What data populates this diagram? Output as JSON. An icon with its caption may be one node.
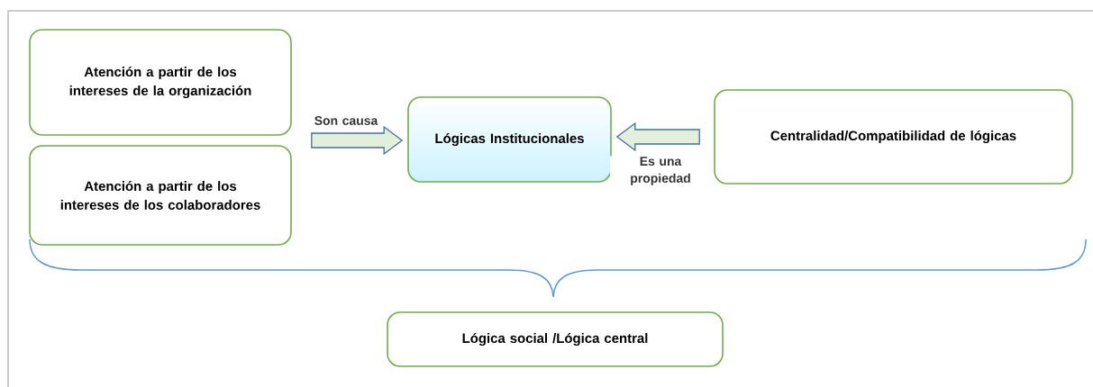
{
  "diagram": {
    "nodes": [
      {
        "text": [
          "Atención a partir de los intereses de la organización"
        ]
      },
      {
        "text": [
          "Atención a partir de los intereses de los colaboradores"
        ]
      },
      {
        "text": [
          "Lógicas Institucionales"
        ]
      },
      {
        "text": [
          "Centralidad/Compatibilidad de lógicas"
        ]
      },
      {
        "text": [
          "Lógica social /Lógica central"
        ]
      }
    ],
    "edges": [
      {
        "from": 0,
        "to": 2,
        "arrow": "to",
        "label": "Son causa"
      },
      {
        "from": 1,
        "to": 2,
        "arrow": "to"
      },
      {
        "from": 3,
        "to": 2,
        "arrow": "to",
        "label": "Es una propiedad"
      }
    ]
  }
}
